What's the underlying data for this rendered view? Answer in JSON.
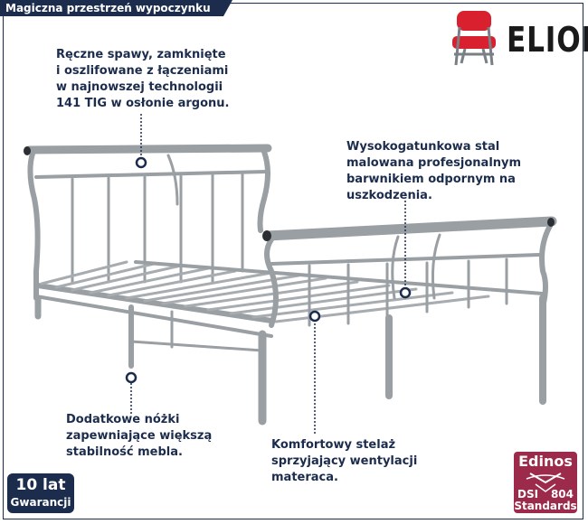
{
  "header": {
    "title": "Magiczna przestrzeń wypoczynku"
  },
  "brand": {
    "name": "ELIOR",
    "chair_color": "#d8202e"
  },
  "notes": {
    "welds": [
      "Ręczne spawy, zamknięte",
      "i oszlifowane z łączeniami",
      "w najnowszej technologii",
      "141 TIG w osłonie argonu."
    ],
    "paint": [
      "Wysokogatunkowa stal",
      "malowana profesjonalnym",
      "barwnikiem odpornym na",
      "uszkodzenia."
    ],
    "legs": [
      "Dodatkowe nóżki",
      "zapewniające większą",
      "stabilność mebla."
    ],
    "slats": [
      "Komfortowy stelaż",
      "sprzyjający wentylacji",
      "materaca."
    ]
  },
  "badges": {
    "warranty": {
      "line1": "10 lat",
      "line2": "Gwarancji"
    },
    "edinos": {
      "name": "Edinos",
      "left": "DSI",
      "right": "804",
      "bottom": "Standards",
      "color": "#9c2a4a"
    }
  },
  "colors": {
    "accent": "#1c2c4c",
    "frame": "#9a9fa3"
  }
}
